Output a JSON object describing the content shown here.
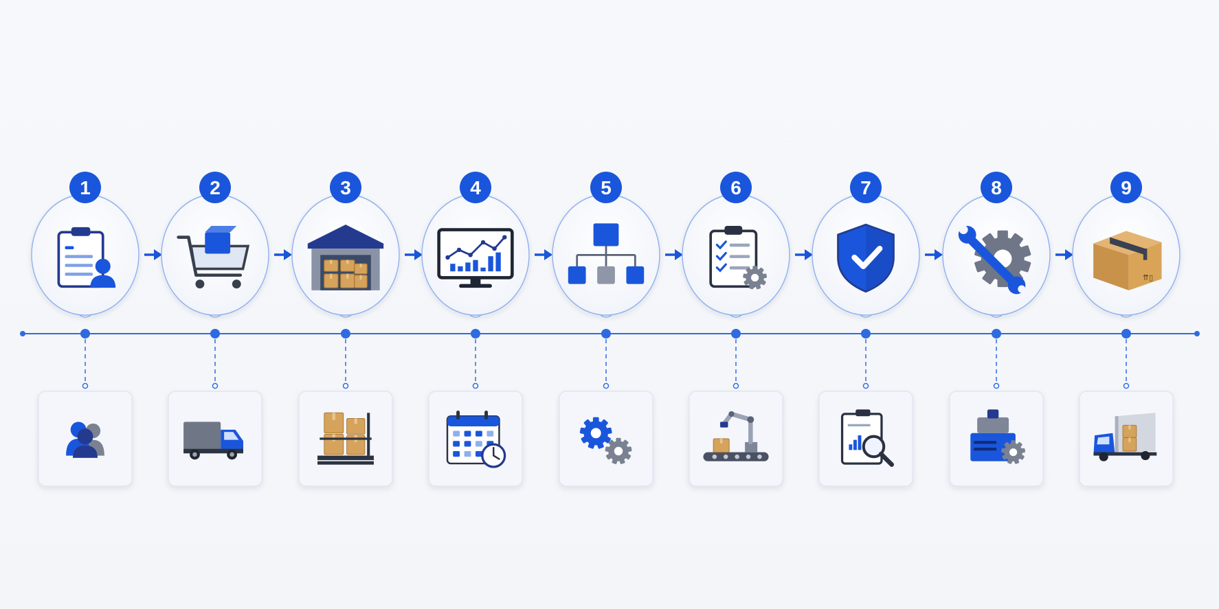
{
  "colors": {
    "accent": "#1a56db",
    "dark_blue": "#243a8f",
    "line": "#2f6be0",
    "card_bg": "#f4f6fb",
    "card_border": "#dde3ee",
    "box_brown": "#d6a35c",
    "gray": "#7a8190"
  },
  "steps": [
    {
      "number": "1",
      "top_icon": "clipboard-user-icon",
      "bottom_icon": "users-icon"
    },
    {
      "number": "2",
      "top_icon": "shopping-cart-icon",
      "bottom_icon": "delivery-truck-icon"
    },
    {
      "number": "3",
      "top_icon": "warehouse-icon",
      "bottom_icon": "pallet-boxes-icon"
    },
    {
      "number": "4",
      "top_icon": "analytics-monitor-icon",
      "bottom_icon": "calendar-clock-icon"
    },
    {
      "number": "5",
      "top_icon": "hierarchy-icon",
      "bottom_icon": "gears-icon"
    },
    {
      "number": "6",
      "top_icon": "checklist-gear-icon",
      "bottom_icon": "robotic-arm-conveyor-icon"
    },
    {
      "number": "7",
      "top_icon": "shield-check-icon",
      "bottom_icon": "report-magnifier-icon"
    },
    {
      "number": "8",
      "top_icon": "wrench-gear-icon",
      "bottom_icon": "machine-gear-icon"
    },
    {
      "number": "9",
      "top_icon": "package-box-icon",
      "bottom_icon": "box-truck-icon"
    }
  ]
}
